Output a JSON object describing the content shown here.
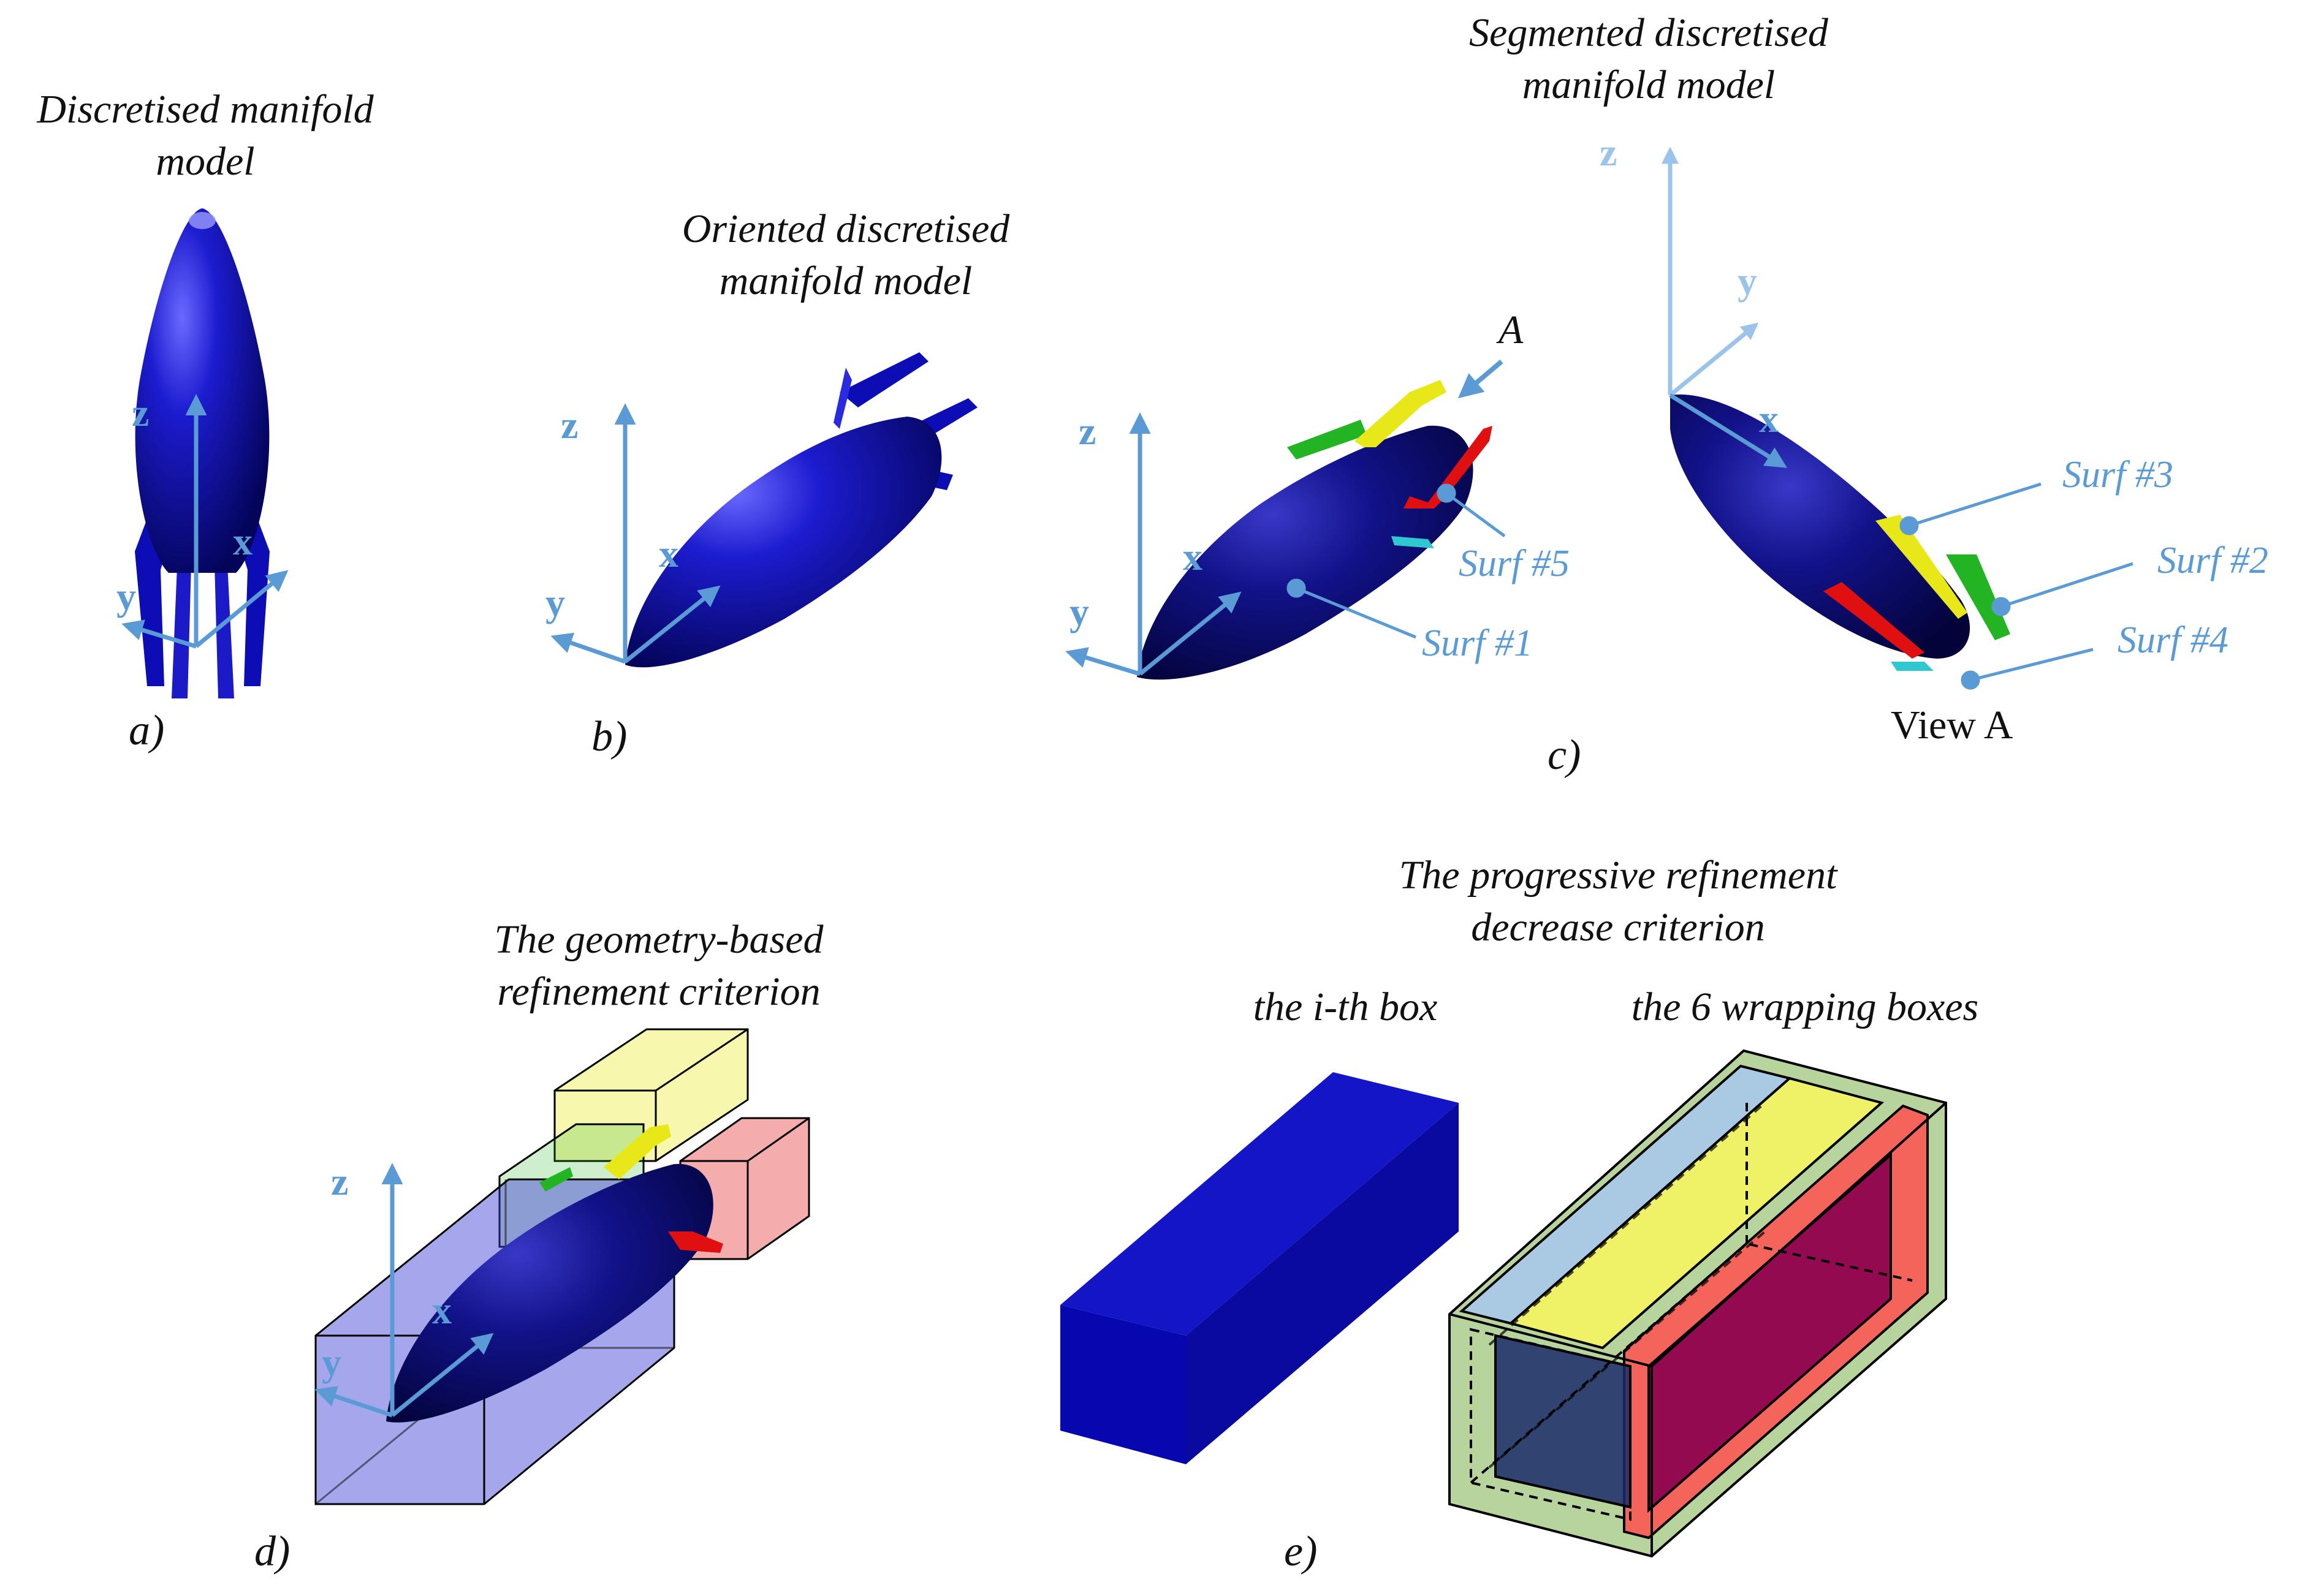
{
  "panels": {
    "a": {
      "label": "a)",
      "caption": [
        "Discretised manifold",
        "model"
      ]
    },
    "b": {
      "label": "b)",
      "caption": [
        "Oriented discretised",
        "manifold model"
      ]
    },
    "c": {
      "label": "c)",
      "caption": [
        "Segmented discretised",
        "manifold model"
      ],
      "view_marker": "A",
      "view_label": "View A",
      "surfaces": [
        "Surf #1",
        "Surf #2",
        "Surf #3",
        "Surf #4",
        "Surf #5"
      ]
    },
    "d": {
      "label": "d)",
      "caption": [
        "The geometry-based",
        "refinement criterion"
      ]
    },
    "e": {
      "label": "e)",
      "caption": [
        "The progressive refinement",
        "decrease criterion"
      ],
      "box_label": "the i-th box",
      "wrap_label": "the 6 wrapping boxes"
    }
  },
  "axes": {
    "x": "x",
    "y": "y",
    "z": "z"
  },
  "colors": {
    "body": "#0d0db5",
    "axis": "#5b9bd5",
    "surf1": "#0a0a9a",
    "surf2": "#22b422",
    "surf3": "#e8e818",
    "surf4": "#30c8d0",
    "surf5": "#e01010"
  }
}
